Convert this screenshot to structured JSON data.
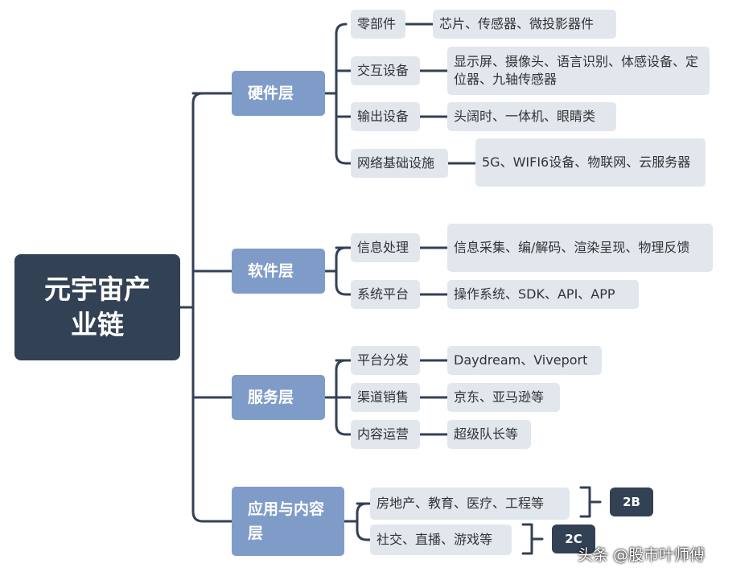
{
  "root": {
    "label": "元宇宙产业链"
  },
  "layers": [
    {
      "label": "硬件层",
      "categories": [
        {
          "label": "零部件",
          "detail": "芯片、传感器、微投影器件"
        },
        {
          "label": "交互设备",
          "detail": "显示屏、摄像头、语言识别、体感设备、定位器、九轴传感器"
        },
        {
          "label": "输出设备",
          "detail": "头阔时、一体机、眼睛类"
        },
        {
          "label": "网络基础设施",
          "detail": "5G、WIFI6设备、物联网、云服务器"
        }
      ]
    },
    {
      "label": "软件层",
      "categories": [
        {
          "label": "信息处理",
          "detail": "信息采集、编/解码、渲染呈现、物理反馈"
        },
        {
          "label": "系统平台",
          "detail": "操作系统、SDK、API、APP"
        }
      ]
    },
    {
      "label": "服务层",
      "categories": [
        {
          "label": "平台分发",
          "detail": "Daydream、Viveport"
        },
        {
          "label": "渠道销售",
          "detail": "京东、亚马逊等"
        },
        {
          "label": "内容运营",
          "detail": "超级队长等"
        }
      ]
    },
    {
      "label": "应用与内容层",
      "categories": [
        {
          "label": "房地产、教育、医疗、工程等",
          "tag": "2B"
        },
        {
          "label": "社交、直播、游戏等",
          "tag": "2C"
        }
      ]
    }
  ],
  "watermark": "头条 @股市叶师傅",
  "colors": {
    "dark": "#334155",
    "layer": "#7f9cc9",
    "box": "#e2e7ee",
    "line": "#334155"
  }
}
